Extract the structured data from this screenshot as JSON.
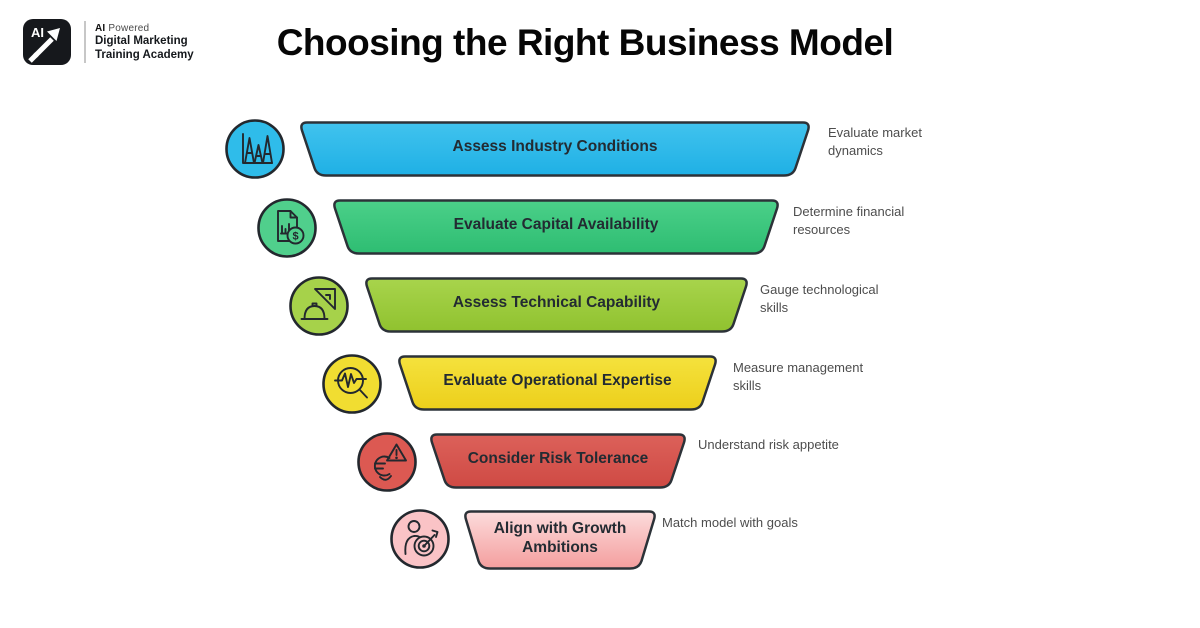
{
  "brand": {
    "badge_text": "AI",
    "line1_bold": "AI",
    "line1_regular": "Powered",
    "line2": "Digital Marketing",
    "line3": "Training Academy"
  },
  "header": {
    "title": "Choosing the Right Business Model"
  },
  "funnel": {
    "stages": [
      {
        "label": "Assess Industry Conditions",
        "description": "Evaluate market dynamics",
        "icon": "industry-chart-icon",
        "color": "#29b6e8",
        "color_top": "#41c3ee",
        "color_bottom": "#1fb0e5",
        "icon_fill": "#2fbcea"
      },
      {
        "label": "Evaluate Capital Availability",
        "description": "Determine financial resources",
        "icon": "financial-document-icon",
        "color": "#3cc980",
        "color_top": "#4bd089",
        "color_bottom": "#2ebd72",
        "icon_fill": "#50cf8c"
      },
      {
        "label": "Assess Technical Capability",
        "description": "Gauge technological skills",
        "icon": "set-square-hardhat-icon",
        "color": "#9ecb3d",
        "color_top": "#a8d44c",
        "color_bottom": "#90c22f",
        "icon_fill": "#a6d24a"
      },
      {
        "label": "Evaluate Operational Expertise",
        "description": "Measure management skills",
        "icon": "magnifier-pulse-icon",
        "color": "#f2d829",
        "color_top": "#f5e23d",
        "color_bottom": "#eccf1b",
        "icon_fill": "#f1dd31"
      },
      {
        "label": "Consider Risk Tolerance",
        "description": "Understand risk appetite",
        "icon": "euro-warning-icon",
        "color": "#d9554f",
        "color_top": "#dc615a",
        "color_bottom": "#cf4a44",
        "icon_fill": "#dc5952"
      },
      {
        "label": "Align with Growth Ambitions",
        "description": "Match model with goals",
        "icon": "person-target-icon",
        "color": "#f8bcbc",
        "color_top": "#fcdcdc",
        "color_bottom": "#f49e9e",
        "icon_fill": "#fac3c6"
      }
    ]
  }
}
